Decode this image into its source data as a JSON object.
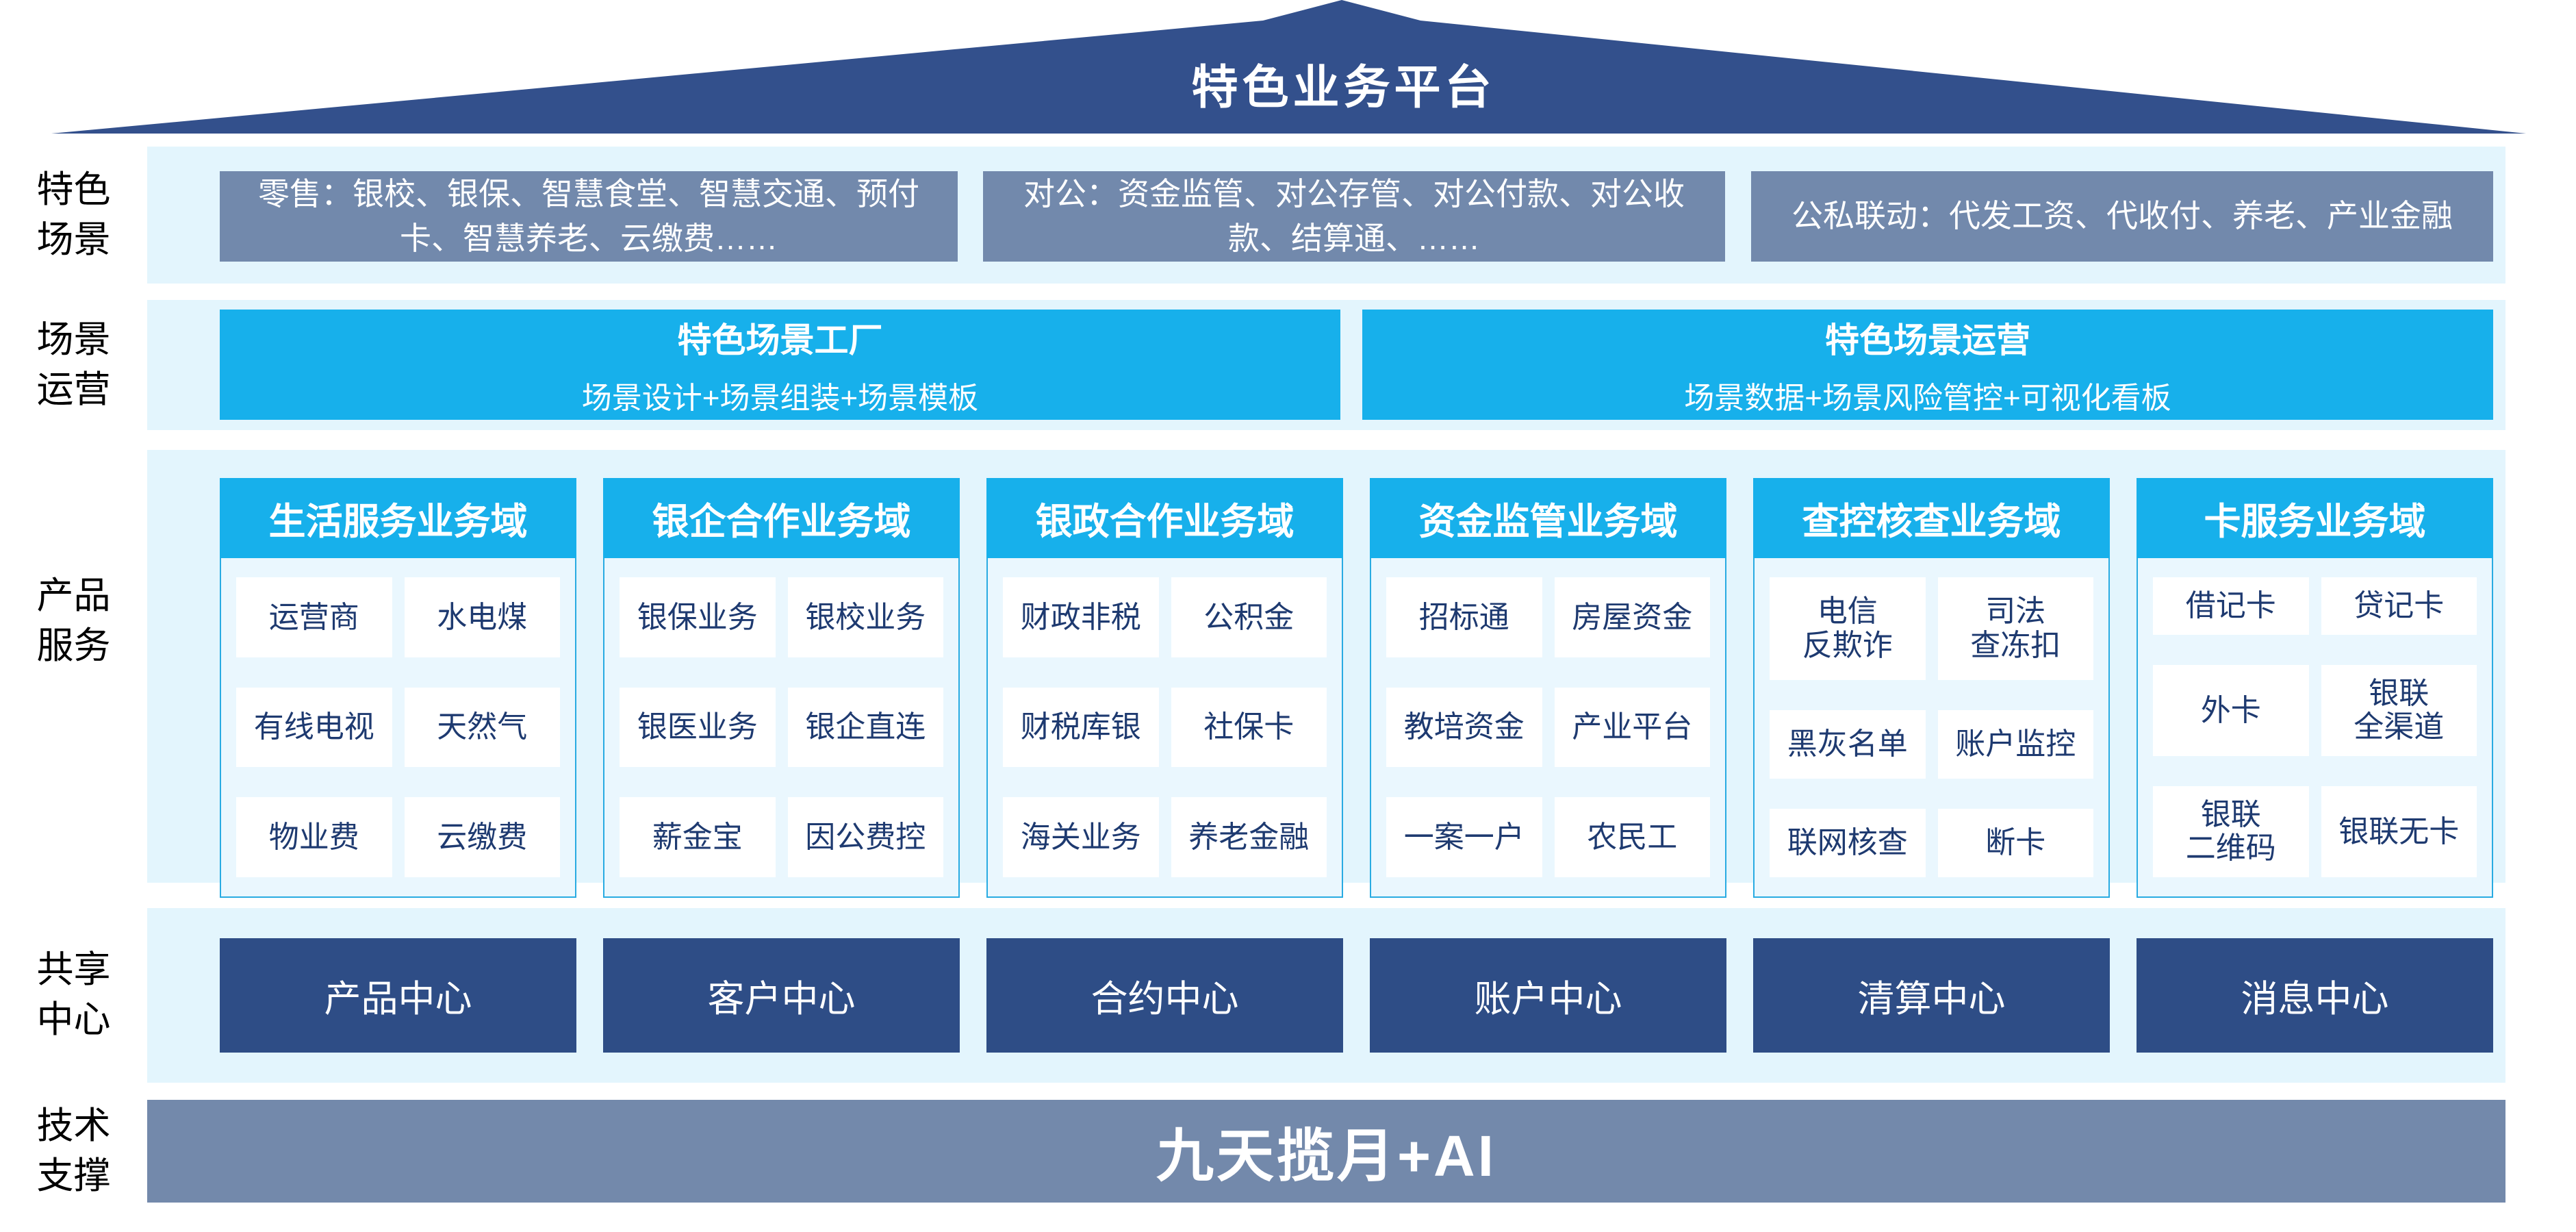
{
  "roof": {
    "title": "特色业务平台"
  },
  "side_labels": [
    {
      "text": "特色\n场景"
    },
    {
      "text": "场景\n运营"
    },
    {
      "text": "产品\n服务"
    },
    {
      "text": "共享\n中心"
    },
    {
      "text": "技术\n支撑"
    }
  ],
  "scenario_boxes": [
    {
      "text": "零售：银校、银保、智慧食堂、智慧交通、预付卡、智慧养老、云缴费……"
    },
    {
      "text": "对公：资金监管、对公存管、对公付款、对公收款、结算通、……"
    },
    {
      "text": "公私联动：代发工资、代收付、养老、产业金融"
    }
  ],
  "operation_boxes": [
    {
      "title": "特色场景工厂",
      "subtitle": "场景设计+场景组装+场景模板"
    },
    {
      "title": "特色场景运营",
      "subtitle": "场景数据+场景风险管控+可视化看板"
    }
  ],
  "product_domains": [
    {
      "header": "生活服务业务域",
      "cells": [
        "运营商",
        "水电煤",
        "有线电视",
        "天然气",
        "物业费",
        "云缴费"
      ]
    },
    {
      "header": "银企合作业务域",
      "cells": [
        "银保业务",
        "银校业务",
        "银医业务",
        "银企直连",
        "薪金宝",
        "因公费控"
      ]
    },
    {
      "header": "银政合作业务域",
      "cells": [
        "财政非税",
        "公积金",
        "财税库银",
        "社保卡",
        "海关业务",
        "养老金融"
      ]
    },
    {
      "header": "资金监管业务域",
      "cells": [
        "招标通",
        "房屋资金",
        "教培资金",
        "产业平台",
        "一案一户",
        "农民工"
      ]
    },
    {
      "header": "查控核查业务域",
      "cells": [
        "电信\n反欺诈",
        "司法\n查冻扣",
        "黑灰名单",
        "账户监控",
        "联网核查",
        "断卡"
      ]
    },
    {
      "header": "卡服务业务域",
      "cells": [
        "借记卡",
        "贷记卡",
        "外卡",
        "银联\n全渠道",
        "银联\n二维码",
        "银联无卡"
      ]
    }
  ],
  "shared_centers": [
    {
      "text": "产品中心"
    },
    {
      "text": "客户中心"
    },
    {
      "text": "合约中心"
    },
    {
      "text": "账户中心"
    },
    {
      "text": "清算中心"
    },
    {
      "text": "消息中心"
    }
  ],
  "tech_bar": {
    "text": "九天揽月+AI"
  },
  "colors": {
    "roof_navy": "#33508C",
    "scenario_gray_blue": "#7289AC",
    "cyan": "#17B0EB",
    "band_light_blue": "#E3F5FD",
    "domain_body": "#EAF7FE",
    "domain_border": "#29ABE2",
    "navy_text": "#1E3A70",
    "center_navy": "#2E4D86",
    "tech_bar_gray_blue": "#7389AB"
  }
}
